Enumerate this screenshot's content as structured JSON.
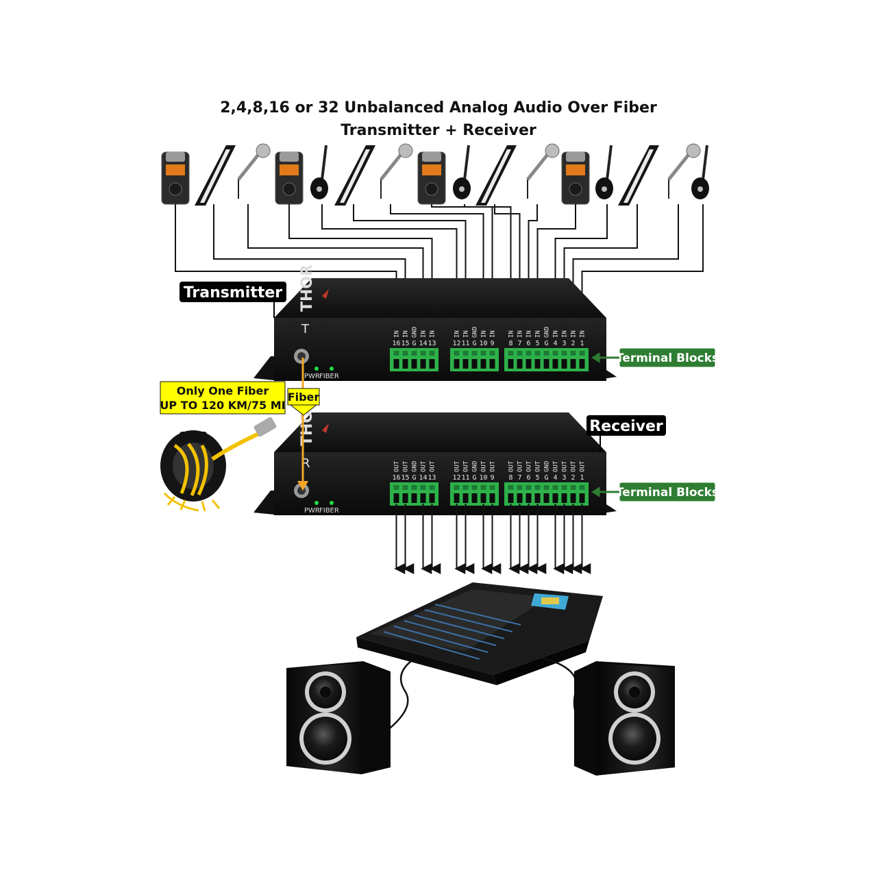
{
  "title": {
    "line1": "2,4,8,16 or 32 Unbalanced Analog Audio Over Fiber",
    "line2": "Transmitter + Receiver"
  },
  "transmitter": {
    "label": "Transmitter",
    "letter": "T",
    "terminal_label": "Terminal Blocks",
    "led_pwr": "PWR",
    "led_fiber": "FIBER",
    "groups": [
      {
        "numbers": [
          "16",
          "15",
          "G",
          "14",
          "13"
        ],
        "types": [
          "IN",
          "IN",
          "GND",
          "IN",
          "IN"
        ]
      },
      {
        "numbers": [
          "12",
          "11",
          "G",
          "10",
          "9"
        ],
        "types": [
          "IN",
          "IN",
          "GND",
          "IN",
          "IN"
        ]
      },
      {
        "numbers": [
          "8",
          "7",
          "6",
          "5",
          "G",
          "4",
          "3",
          "2",
          "1"
        ],
        "types": [
          "IN",
          "IN",
          "IN",
          "IN",
          "GND",
          "IN",
          "IN",
          "IN",
          "IN"
        ]
      }
    ]
  },
  "receiver": {
    "label": "Receiver",
    "letter": "R",
    "terminal_label": "Terminal Blocks",
    "led_pwr": "PWR",
    "led_fiber": "FIBER",
    "groups": [
      {
        "numbers": [
          "16",
          "15",
          "G",
          "14",
          "13"
        ],
        "types": [
          "OUT",
          "OUT",
          "GND",
          "OUT",
          "OUT"
        ]
      },
      {
        "numbers": [
          "12",
          "11",
          "G",
          "10",
          "9"
        ],
        "types": [
          "OUT",
          "OUT",
          "GND",
          "OUT",
          "OUT"
        ]
      },
      {
        "numbers": [
          "8",
          "7",
          "6",
          "5",
          "G",
          "4",
          "3",
          "2",
          "1"
        ],
        "types": [
          "OUT",
          "OUT",
          "OUT",
          "OUT",
          "GND",
          "OUT",
          "OUT",
          "OUT",
          "OUT"
        ]
      }
    ]
  },
  "fiber": {
    "label": "Fiber",
    "note_line1": "Only One Fiber",
    "note_line2": "UP TO 120 KM/75 MI"
  },
  "sources": [
    "recorder",
    "keyboard",
    "microphone",
    "recorder",
    "guitar",
    "keyboard",
    "microphone",
    "recorder",
    "guitar",
    "keyboard",
    "microphone",
    "recorder",
    "guitar",
    "keyboard",
    "microphone",
    "guitar"
  ],
  "colors": {
    "device_body": "#1a1a1a",
    "terminal_green": "#2db24a",
    "label_green": "#2e7d32",
    "note_yellow": "#ffff00",
    "fiber_orange": "#f5a623"
  }
}
